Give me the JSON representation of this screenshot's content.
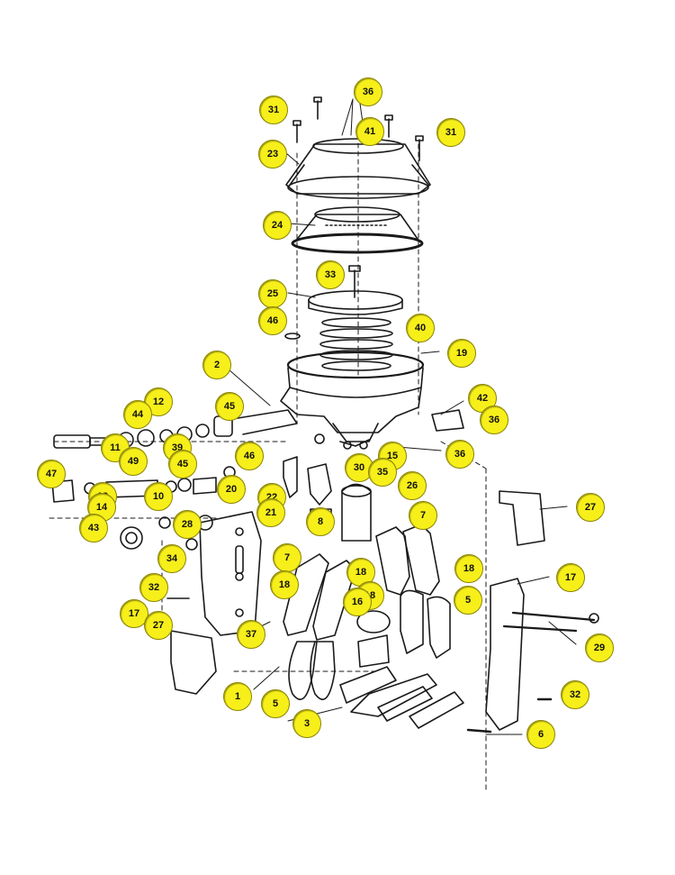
{
  "diagram": {
    "callouts": [
      "36",
      "31",
      "41",
      "31",
      "23",
      "24",
      "33",
      "25",
      "46",
      "40",
      "19",
      "2",
      "42",
      "36",
      "12",
      "44",
      "45",
      "11",
      "39",
      "15",
      "36",
      "46",
      "49",
      "45",
      "47",
      "13",
      "10",
      "20",
      "30",
      "35",
      "26",
      "22",
      "27",
      "21",
      "14",
      "8",
      "7",
      "43",
      "28",
      "34",
      "7",
      "18",
      "18",
      "17",
      "32",
      "18",
      "18",
      "5",
      "16",
      "17",
      "27",
      "37",
      "29",
      "1",
      "5",
      "3",
      "32",
      "6"
    ]
  },
  "colors": {
    "callout_fill": "#f7ef1a",
    "line": "#1a1a1a"
  }
}
